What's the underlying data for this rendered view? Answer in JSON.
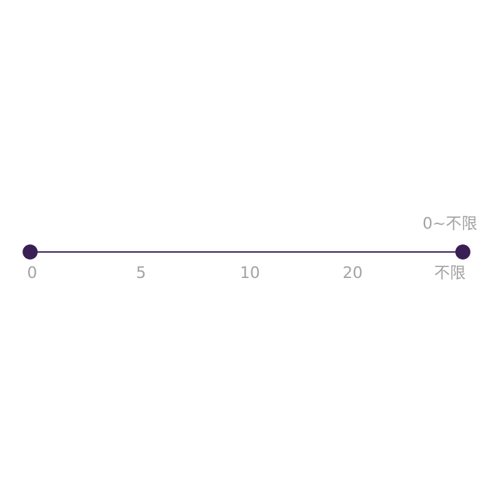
{
  "slider": {
    "readout": "0~不限",
    "track_color": "#3a1f55",
    "label_color": "#a3a3a3",
    "ticks": [
      "0",
      "5",
      "10",
      "20",
      "不限"
    ],
    "selected_min": "0",
    "selected_max": "不限"
  }
}
